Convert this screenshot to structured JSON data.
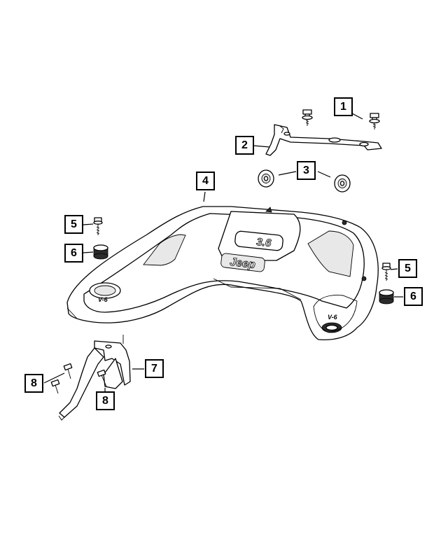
{
  "diagram": {
    "callouts": [
      {
        "id": "c1",
        "label": "1"
      },
      {
        "id": "c2",
        "label": "2"
      },
      {
        "id": "c3",
        "label": "3"
      },
      {
        "id": "c4",
        "label": "4"
      },
      {
        "id": "c5a",
        "label": "5"
      },
      {
        "id": "c5b",
        "label": "5"
      },
      {
        "id": "c6a",
        "label": "6"
      },
      {
        "id": "c6b",
        "label": "6"
      },
      {
        "id": "c7",
        "label": "7"
      },
      {
        "id": "c8a",
        "label": "8"
      },
      {
        "id": "c8b",
        "label": "8"
      }
    ],
    "cover_marks": {
      "brand": "Jeep",
      "badge_left": "V-6",
      "badge_right": "V-6"
    }
  }
}
